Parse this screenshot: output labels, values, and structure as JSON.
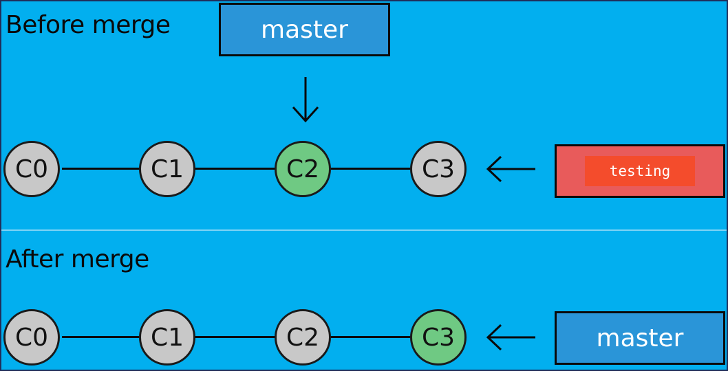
{
  "before": {
    "heading": "Before merge",
    "pointer_label": "master",
    "branch_label": "testing",
    "commits": [
      {
        "id": "C0",
        "color": "#c8c8c8"
      },
      {
        "id": "C1",
        "color": "#c8c8c8"
      },
      {
        "id": "C2",
        "color": "#6fc983"
      },
      {
        "id": "C3",
        "color": "#c8c8c8"
      }
    ]
  },
  "after": {
    "heading": "After merge",
    "branch_label": "master",
    "commits": [
      {
        "id": "C0",
        "color": "#c8c8c8"
      },
      {
        "id": "C1",
        "color": "#c8c8c8"
      },
      {
        "id": "C2",
        "color": "#c8c8c8"
      },
      {
        "id": "C3",
        "color": "#6fc983"
      }
    ]
  },
  "icons": {
    "down_arrow": "arrow-down-icon",
    "left_arrow": "arrow-left-icon"
  },
  "colors": {
    "background": "#02afef",
    "master_label": "#2a95d8",
    "testing_label": "#e85b5b",
    "head_commit": "#6fc983",
    "commit": "#c8c8c8"
  }
}
